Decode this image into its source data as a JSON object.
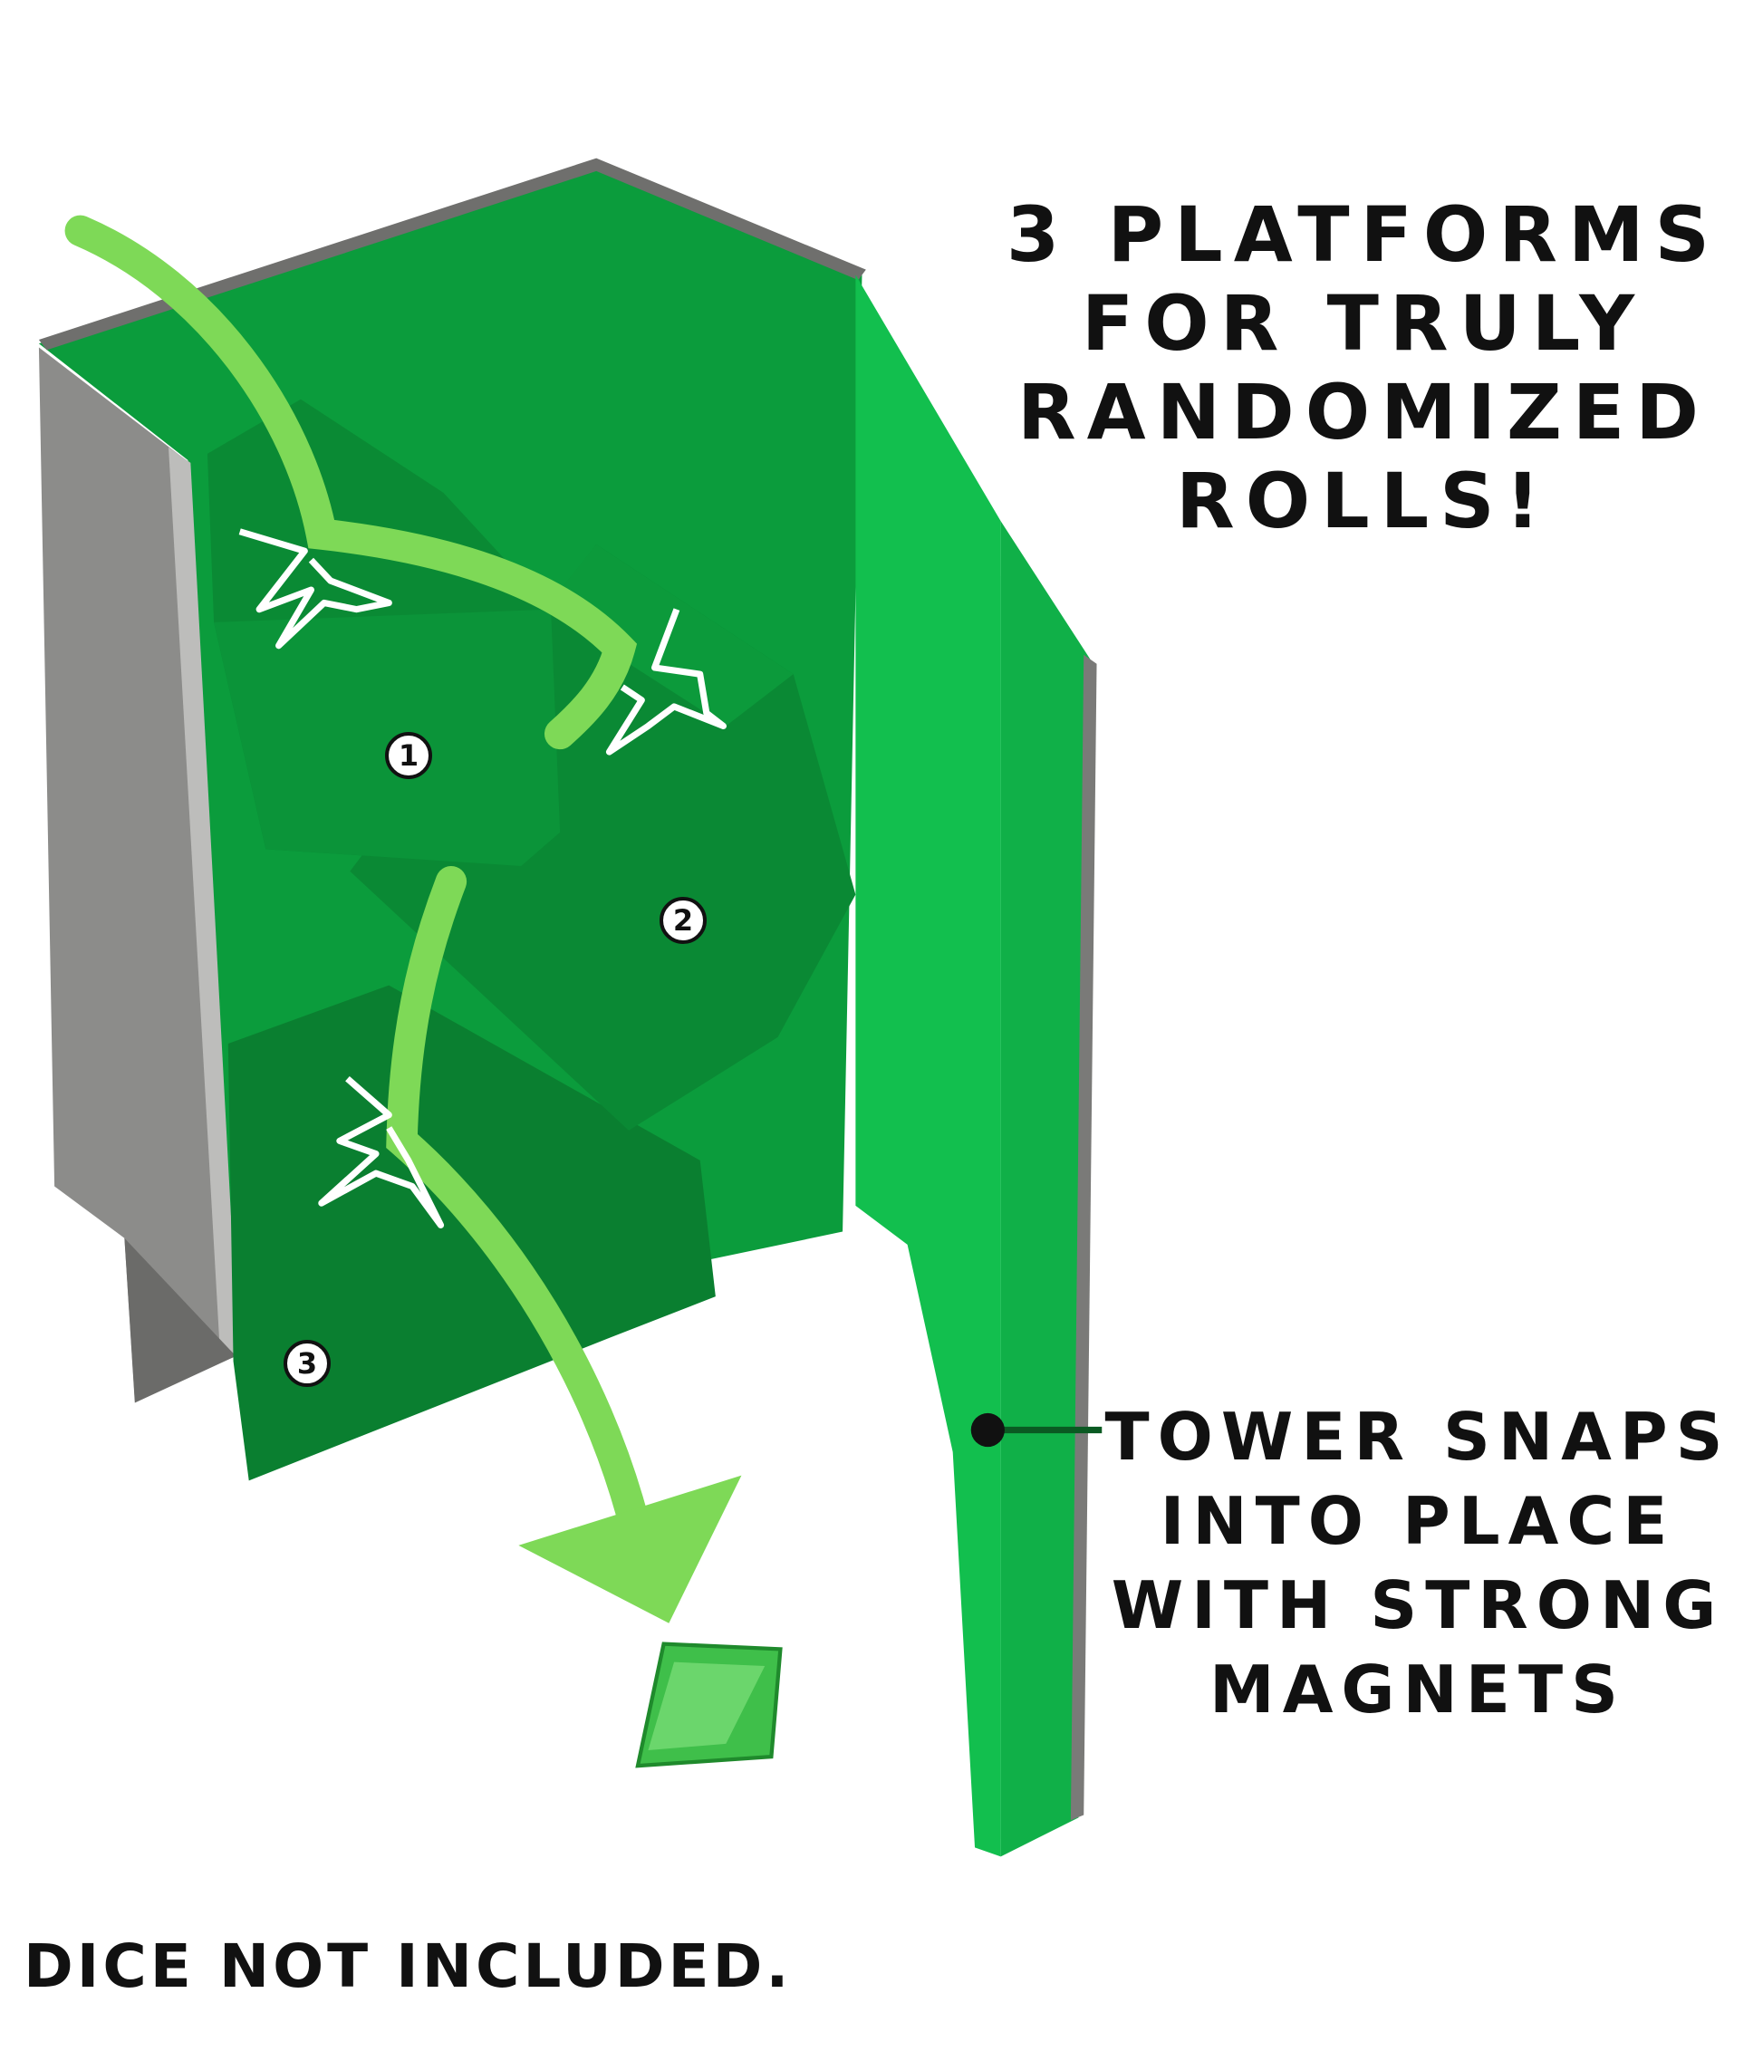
{
  "callouts": {
    "platforms": [
      "3 PLATFORMS",
      "FOR TRULY",
      "RANDOMIZED",
      "ROLLS!"
    ],
    "magnets": [
      "TOWER SNAPS",
      "INTO PLACE",
      "WITH STRONG",
      "MAGNETS"
    ]
  },
  "platform_numbers": [
    "1",
    "2",
    "3"
  ],
  "footnote": "DICE NOT INCLUDED.",
  "colors": {
    "arrow": "#7ed957",
    "felt_bright": "#10b84a",
    "felt_dark": "#0a8a34",
    "shell_grey": "#8a8a88"
  }
}
